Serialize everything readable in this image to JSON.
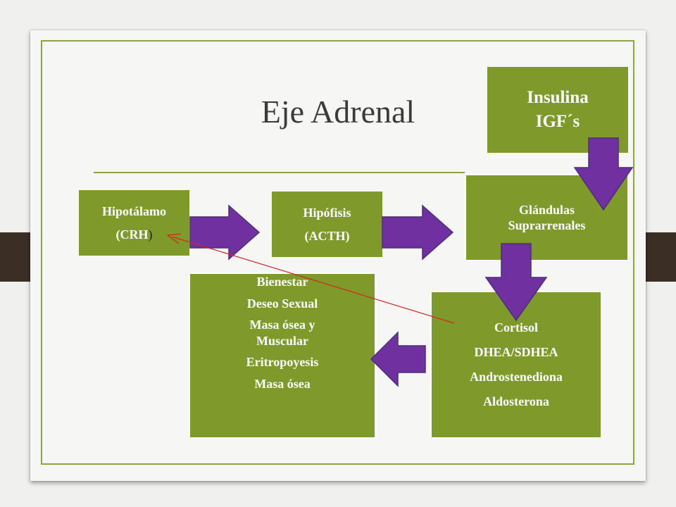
{
  "slide": {
    "title": "Eje Adrenal"
  },
  "nodes": {
    "insulina": {
      "lines": [
        "Insulina",
        "IGF´s"
      ]
    },
    "hipotalamo": {
      "line1": "Hipotálamo",
      "line2_main": "(CRH",
      "line2_tail": ")"
    },
    "hipofisis": {
      "lines": [
        "Hipófisis",
        "(ACTH)"
      ]
    },
    "glandulas": {
      "lines": [
        "Glándulas",
        "Suprarrenales"
      ]
    },
    "hormonas": {
      "lines": [
        "Cortisol",
        "DHEA/SDHEA",
        "Androstenediona",
        "Aldosterona"
      ]
    },
    "efectos": {
      "lines": [
        "Bienestar",
        "Deseo Sexual",
        "Masa ósea y Muscular",
        "Eritropoyesis",
        "Masa ósea"
      ]
    }
  },
  "colors": {
    "box_green": "#7e9a2b",
    "arrow_purple": "#7030a0",
    "feedback_line": "#d9211e",
    "frame_green": "#8aa73a"
  }
}
